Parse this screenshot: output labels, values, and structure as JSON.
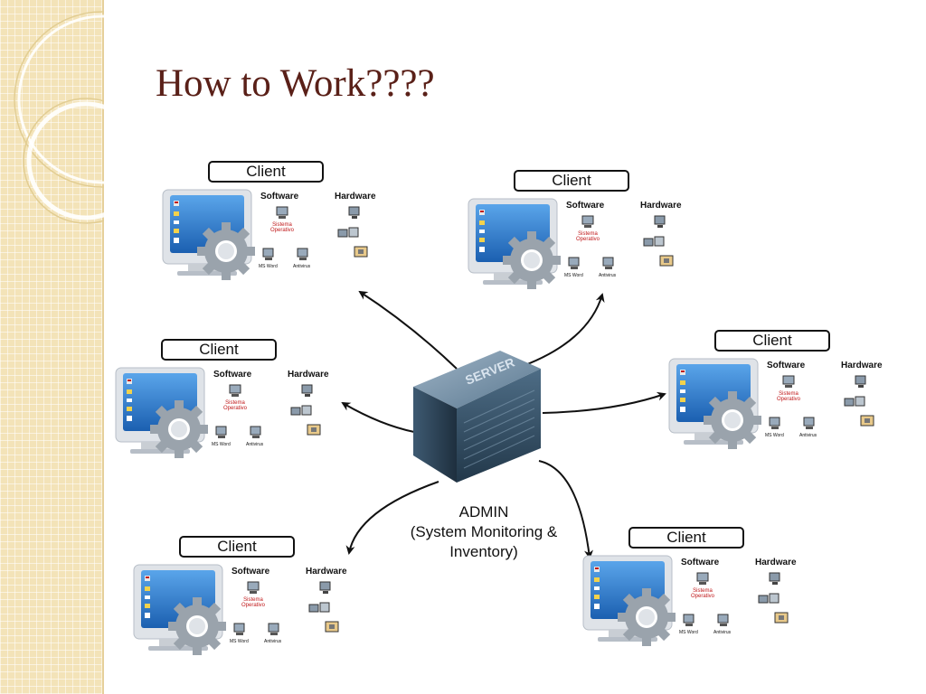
{
  "slide": {
    "title": "How to Work????"
  },
  "server": {
    "label": "SERVER",
    "admin_line1": "ADMIN",
    "admin_line2": "(System Monitoring &",
    "admin_line3": "Inventory)"
  },
  "client_template": {
    "tag": "Client",
    "software_head": "Software",
    "hardware_head": "Hardware",
    "os_label_1": "Sistema",
    "os_label_2": "Operativo",
    "app1": "MS Word",
    "app2": "Antivirus"
  },
  "colors": {
    "title": "#5a2018",
    "side_band": "#f3e3b8",
    "screen_blue": "#1f6cc4",
    "os_label": "#c0181a"
  }
}
